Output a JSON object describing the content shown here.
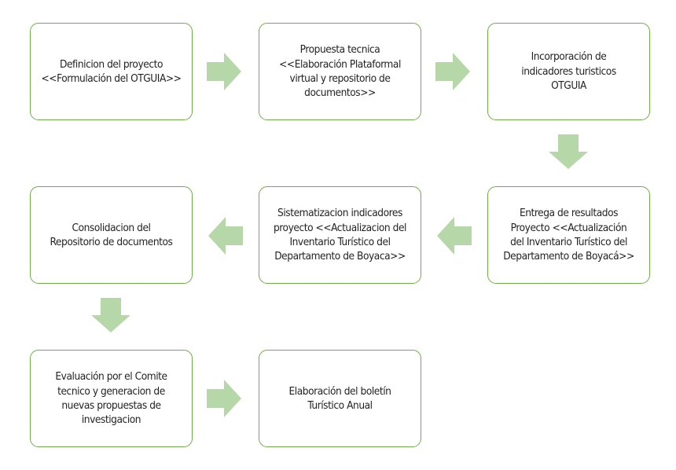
{
  "diagram": {
    "colors": {
      "box_border": "#70ad47",
      "arrow_fill": "#b6d7a8",
      "text": "#222222"
    },
    "nodes": [
      {
        "id": "n1",
        "text": "Definicion del proyecto\n<<Formulación del OTGUIA>>"
      },
      {
        "id": "n2",
        "text": "Propuesta tecnica\n<<Elaboración Plataformal\nvirtual y repositorio de\ndocumentos>>"
      },
      {
        "id": "n3",
        "text": "Incorporación de\nindicadores turisticos\nOTGUIA"
      },
      {
        "id": "n4",
        "text": "Entrega de resultados\nProyecto <<Actualización\ndel Inventario Turístico del\nDepartamento de Boyacá>>"
      },
      {
        "id": "n5",
        "text": "Sistematizacion indicadores\nproyecto <<Actualizacion del\nInventario Turístico del\nDepartamento de Boyaca>>"
      },
      {
        "id": "n6",
        "text": "Consolidacion del\nRepositorio de documentos"
      },
      {
        "id": "n7",
        "text": "Evaluación por el Comite\ntecnico y generacion de\nnuevas propuestas de\ninvestigacion"
      },
      {
        "id": "n8",
        "text": "Elaboración del boletín\nTurístico Anual"
      }
    ],
    "edges": [
      {
        "from": "n1",
        "to": "n2",
        "direction": "right"
      },
      {
        "from": "n2",
        "to": "n3",
        "direction": "right"
      },
      {
        "from": "n3",
        "to": "n4",
        "direction": "down"
      },
      {
        "from": "n4",
        "to": "n5",
        "direction": "left"
      },
      {
        "from": "n5",
        "to": "n6",
        "direction": "left"
      },
      {
        "from": "n6",
        "to": "n7",
        "direction": "down"
      },
      {
        "from": "n7",
        "to": "n8",
        "direction": "right"
      }
    ]
  }
}
